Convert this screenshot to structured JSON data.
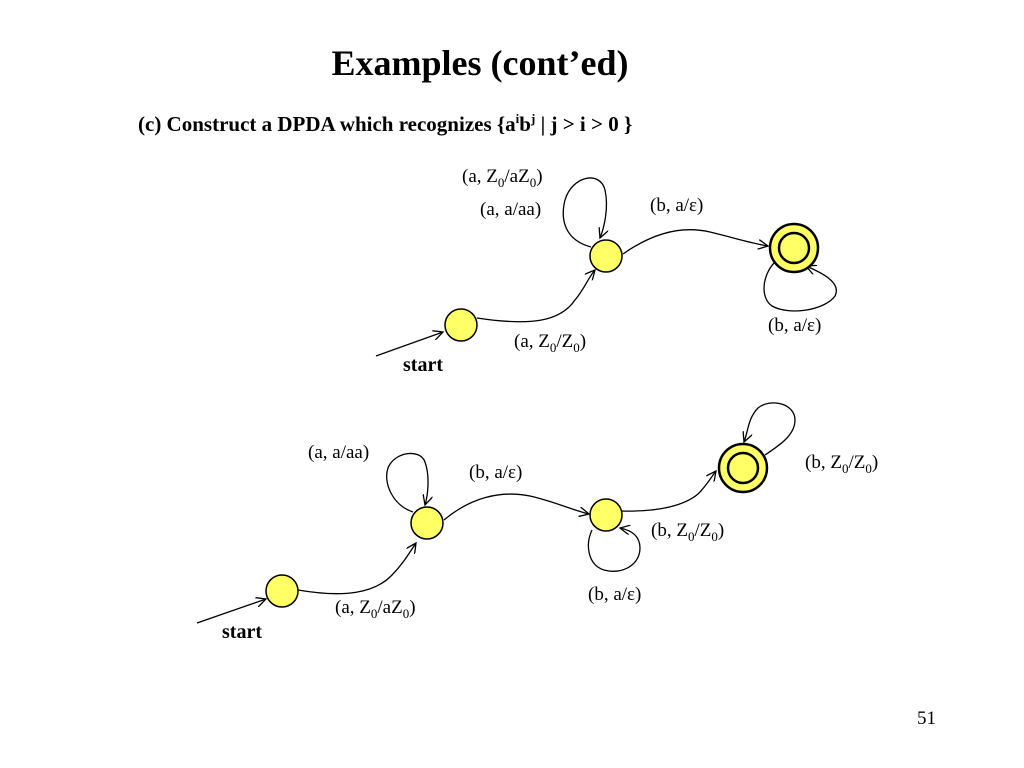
{
  "slide": {
    "title": "Examples (cont’ed)",
    "subtitle": {
      "prefix": "(c) Construct a DPDA which recognizes {a",
      "sup_i": "i",
      "mid": "b",
      "sup_j": "j",
      "suffix": " | j > i > 0 }"
    },
    "page_number": "51",
    "colors": {
      "state_fill": "#ffff66",
      "stroke": "#000000"
    }
  },
  "diagram1": {
    "start_label": "start",
    "edge_q0_q1": {
      "pre": "(a, Z",
      "sub1": "0",
      "mid": "/Z",
      "sub2": "0",
      "post": ")"
    },
    "loop_q1_line1": {
      "pre": "(a, Z",
      "sub1": "0",
      "mid": "/aZ",
      "sub2": "0",
      "post": ")"
    },
    "loop_q1_line2": "(a, a/aa)",
    "edge_q1_q2": {
      "pre": "(b, a",
      "sym": "/ε)"
    },
    "loop_q2": {
      "pre": "(b, a/",
      "sym": "ε)"
    }
  },
  "diagram2": {
    "start_label": "start",
    "edge_q0_q1": {
      "pre": "(a, Z",
      "sub1": "0",
      "mid": "/aZ",
      "sub2": "0",
      "post": ")"
    },
    "loop_q1": "(a, a/aa)",
    "edge_q1_q2": {
      "pre": "(b, a/",
      "sym": "ε)"
    },
    "loop_q2": {
      "pre": "(b, a/",
      "sym": "ε)"
    },
    "edge_q2_q3": {
      "pre": "(b, Z",
      "sub1": "0",
      "mid": "/Z",
      "sub2": "0",
      "post": ")"
    },
    "loop_q3": {
      "pre": "(b, Z",
      "sub1": "0",
      "mid": "/Z",
      "sub2": "0",
      "post": ")"
    }
  }
}
